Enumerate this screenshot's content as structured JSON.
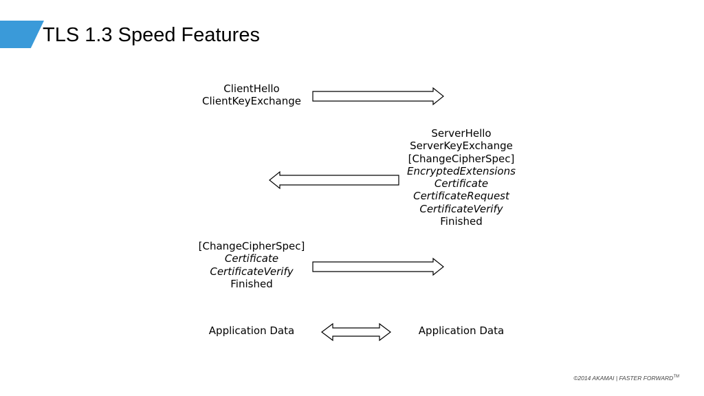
{
  "title": "TLS 1.3 Speed Features",
  "colors": {
    "accent": "#3a9ad9",
    "arrow_stroke": "#000000"
  },
  "client_flight_1": {
    "lines": [
      "ClientHello",
      "ClientKeyExchange"
    ]
  },
  "server_flight": {
    "lines": [
      "ServerHello",
      "ServerKeyExchange",
      "[ChangeCipherSpec]"
    ],
    "italic_lines": [
      "EncryptedExtensions",
      "Certificate",
      "CertificateRequest",
      "CertificateVerify"
    ],
    "last_line": "Finished"
  },
  "client_flight_2": {
    "first_line": "[ChangeCipherSpec]",
    "italic_lines": [
      "Certificate",
      "CertificateVerify"
    ],
    "last_line": "Finished"
  },
  "application": {
    "client_label": "Application Data",
    "server_label": "Application Data"
  },
  "footer": {
    "text": "©2014 AKAMAI  |  FASTER FORWARD",
    "tm": "TM"
  }
}
